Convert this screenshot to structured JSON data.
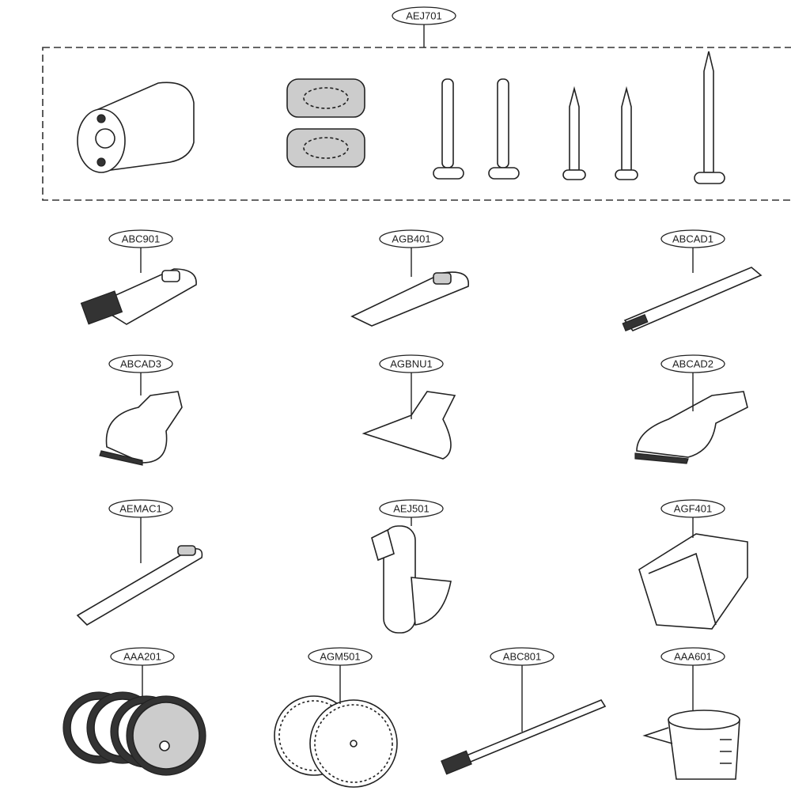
{
  "diagram": {
    "type": "exploded parts diagram",
    "parts": [
      {
        "code": "AEJ701",
        "item": "kit-box"
      },
      {
        "code": "ABC901",
        "item": "mini-power-brush"
      },
      {
        "code": "AGB401",
        "item": "crevice-tool"
      },
      {
        "code": "ABCAD1",
        "item": "long-crevice-tool"
      },
      {
        "code": "ABCAD3",
        "item": "dusting-brush"
      },
      {
        "code": "AGBNU1",
        "item": "bedding-tool"
      },
      {
        "code": "ABCAD2",
        "item": "angled-brush"
      },
      {
        "code": "AEMAC1",
        "item": "extension-hose"
      },
      {
        "code": "AEJ501",
        "item": "wall-mount"
      },
      {
        "code": "AGF401",
        "item": "filter-bag"
      },
      {
        "code": "AAA201",
        "item": "mop-pads"
      },
      {
        "code": "AGM501",
        "item": "disposable-pads"
      },
      {
        "code": "ABC801",
        "item": "cleaning-brush"
      },
      {
        "code": "AAA601",
        "item": "measuring-cup"
      }
    ]
  }
}
